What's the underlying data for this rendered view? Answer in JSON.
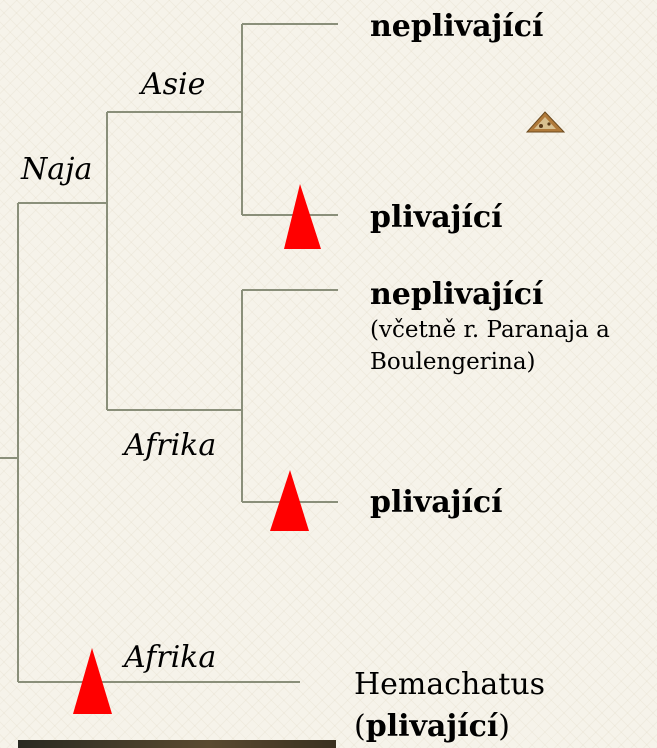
{
  "clades": {
    "naja": "Naja",
    "asie": "Asie",
    "afrika_top": "Afrika",
    "afrika_bottom": "Afrika"
  },
  "tips": {
    "asia_nonspitting": "neplivající",
    "asia_spitting": "plivající",
    "africa_nonspitting": "neplivající",
    "africa_nonspitting_note_line1": "(včetně r. Paranaja a",
    "africa_nonspitting_note_line2": "Boulengerina)",
    "africa_spitting": "plivající",
    "hemachatus_name": "Hemachatus",
    "hemachatus_paren_open": "(",
    "hemachatus_trait": "plivající",
    "hemachatus_paren_close": ")"
  },
  "icons": {
    "spitting_marker": "red-triangle-icon",
    "thumbnail": "snake-thumbnail-icon"
  },
  "colors": {
    "branch": "#8a8f7a",
    "marker": "#ff0000"
  }
}
